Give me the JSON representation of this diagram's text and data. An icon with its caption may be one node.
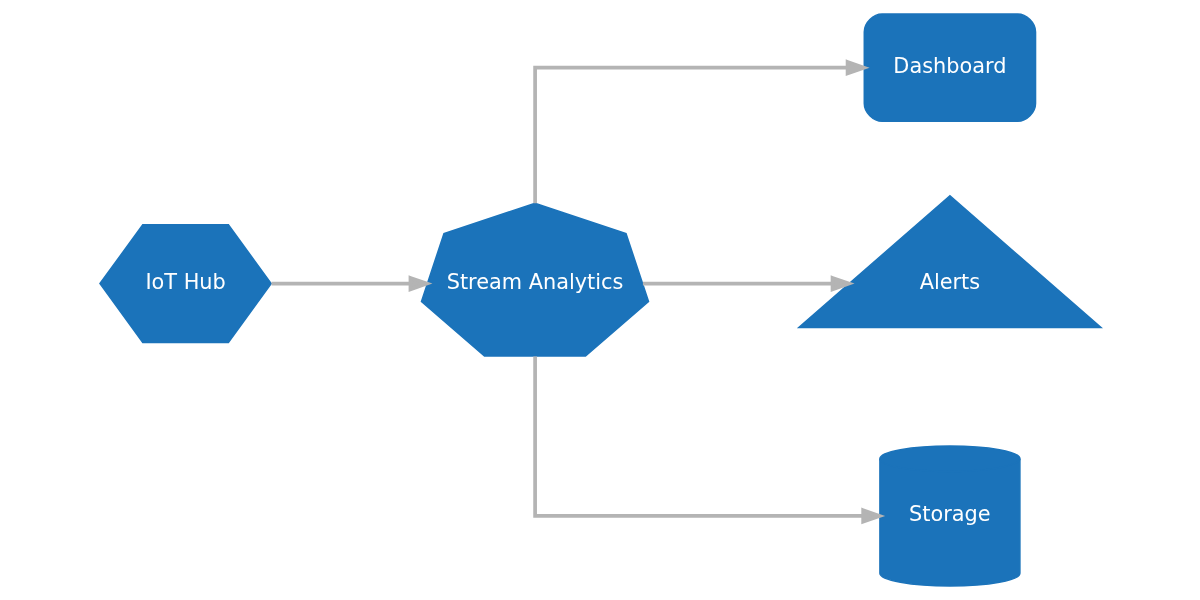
{
  "diagram": {
    "nodes": [
      {
        "text": [
          "IoT Hub"
        ]
      },
      {
        "text": [
          "Stream Analytics"
        ]
      },
      {
        "text": [
          "Dashboard"
        ]
      },
      {
        "text": [
          "Alerts"
        ]
      },
      {
        "text": [
          "Storage"
        ]
      }
    ],
    "edges": [
      {
        "from": 0,
        "to": 1,
        "arrow": "to"
      },
      {
        "from": 1,
        "to": 2,
        "arrow": "to"
      },
      {
        "from": 1,
        "to": 3,
        "arrow": "to"
      },
      {
        "from": 1,
        "to": 4,
        "arrow": "to"
      }
    ]
  }
}
